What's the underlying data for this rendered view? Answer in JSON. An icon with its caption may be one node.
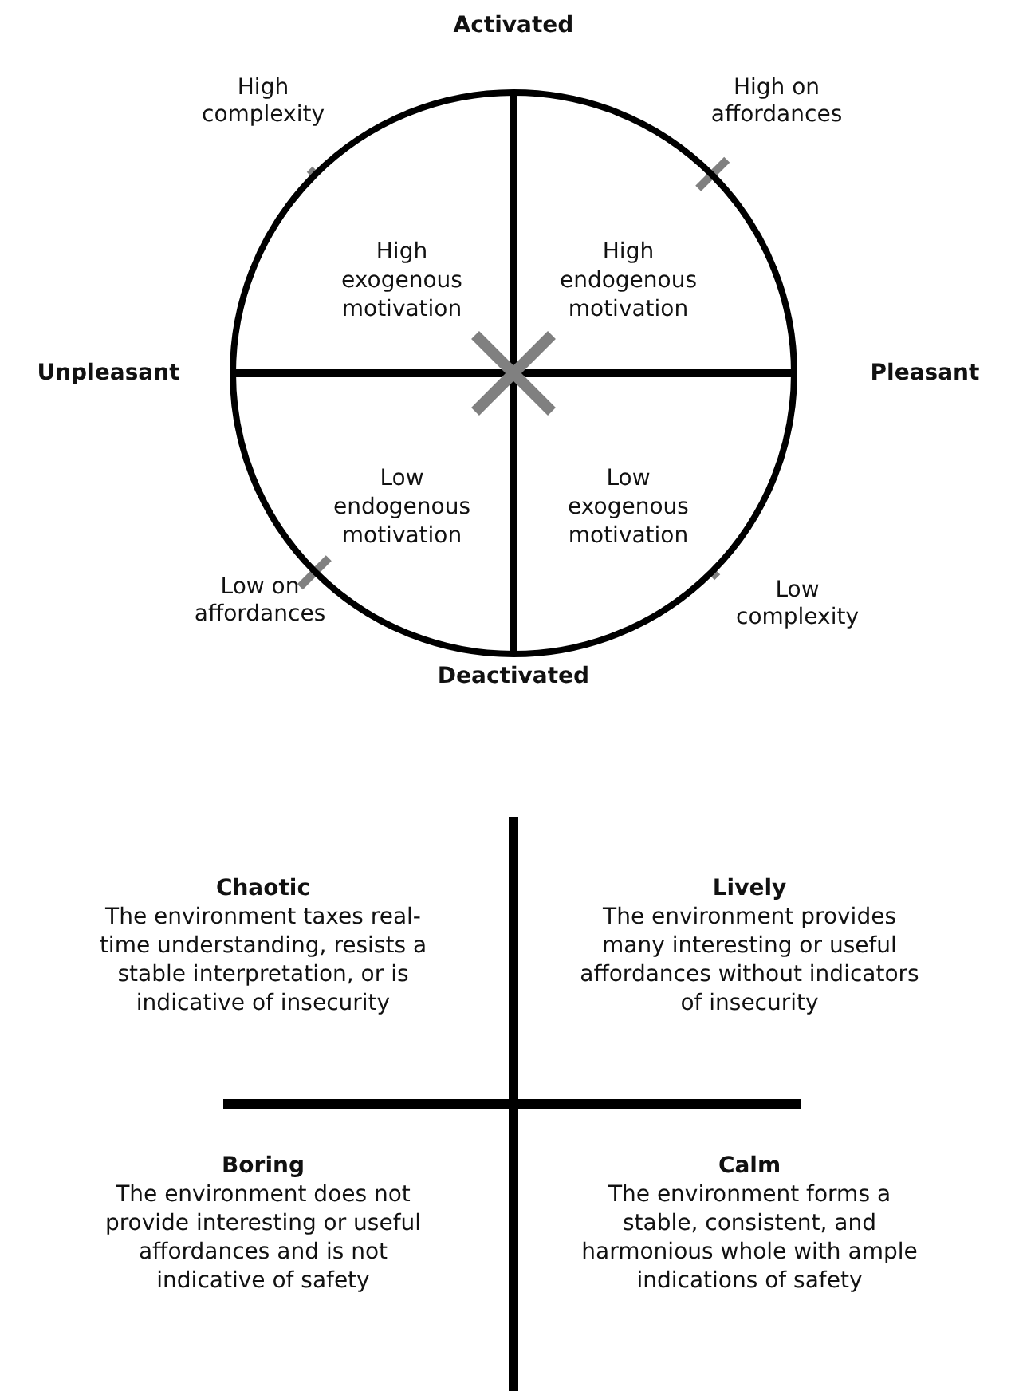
{
  "diagram": {
    "nodes": [
      {
        "text": [
          "High exogenous motivation",
          "High endogenous motivation",
          "Low endogenous motivation",
          "Low exogenous motivation"
        ]
      }
    ],
    "labels": [
      "Activated",
      "High complexity",
      "High on affordances",
      "Unpleasant",
      "Pleasant",
      "Low on affordances",
      "Low complexity",
      "Deactivated",
      "Chaotic",
      "The environment taxes real-time understanding, resists a stable interpretation, or is indicative of insecurity",
      "Lively",
      "The environment provides many interesting or useful affordances without indicators of insecurity",
      "Boring",
      "The environment does not provide interesting or useful affordances and is not indicative of safety",
      "Calm",
      "The environment forms a stable, consistent, and harmonious whole with ample indications of safety"
    ]
  }
}
